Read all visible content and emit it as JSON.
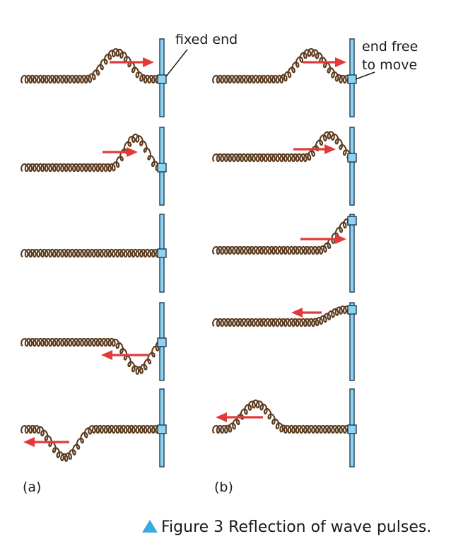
{
  "labels": {
    "fixed_end": "fixed end",
    "free_line1": "end free",
    "free_line2": "to move",
    "col_a": "(a)",
    "col_b": "(b)"
  },
  "caption": "Figure 3 Reflection of wave pulses.",
  "colors": {
    "spring": "#5b3a1e",
    "arrow": "#e03a3a",
    "rod": "#8fd3ee",
    "rod_stroke": "#1c3d5a",
    "caption_triangle": "#3aa9e0"
  },
  "column_a": {
    "end_type": "fixed",
    "frames": [
      {
        "pulse": "up",
        "direction": "right"
      },
      {
        "pulse": "up",
        "direction": "right"
      },
      {
        "pulse": "none",
        "direction": "none"
      },
      {
        "pulse": "down",
        "direction": "left"
      },
      {
        "pulse": "down",
        "direction": "left"
      }
    ]
  },
  "column_b": {
    "end_type": "free",
    "frames": [
      {
        "pulse": "up",
        "direction": "right"
      },
      {
        "pulse": "up",
        "direction": "right"
      },
      {
        "pulse": "up",
        "direction": "right"
      },
      {
        "pulse": "up",
        "direction": "left"
      },
      {
        "pulse": "up",
        "direction": "left"
      }
    ]
  }
}
